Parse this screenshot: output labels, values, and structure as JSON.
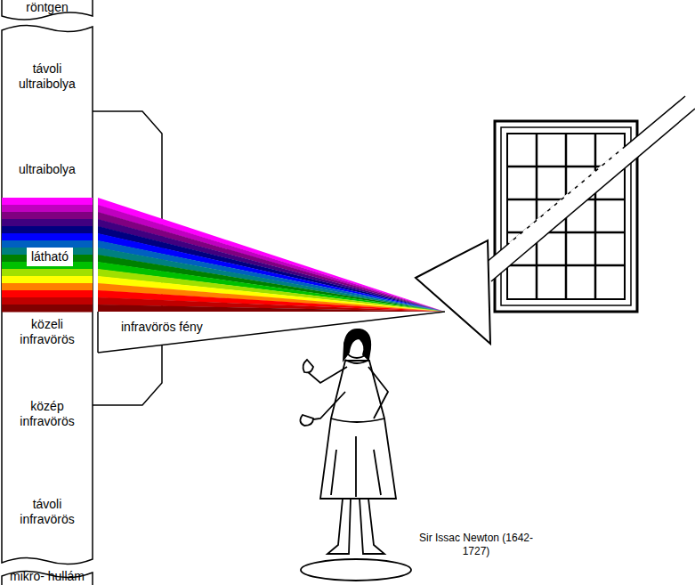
{
  "diagram": {
    "nodes": [
      {
        "text": [
          "röntgen"
        ]
      },
      {
        "text": [
          "távoli ultraibolya"
        ]
      },
      {
        "text": [
          "ultraibolya"
        ]
      },
      {
        "text": [
          "látható"
        ]
      },
      {
        "text": [
          "közeli infravörös"
        ]
      },
      {
        "text": [
          "közép infravörös"
        ]
      },
      {
        "text": [
          "távoli infravörös"
        ]
      },
      {
        "text": [
          "mikro- hullám"
        ]
      }
    ],
    "labels": [
      "infravörös fény",
      "Sir Issac Newton (1642-1727)"
    ]
  }
}
